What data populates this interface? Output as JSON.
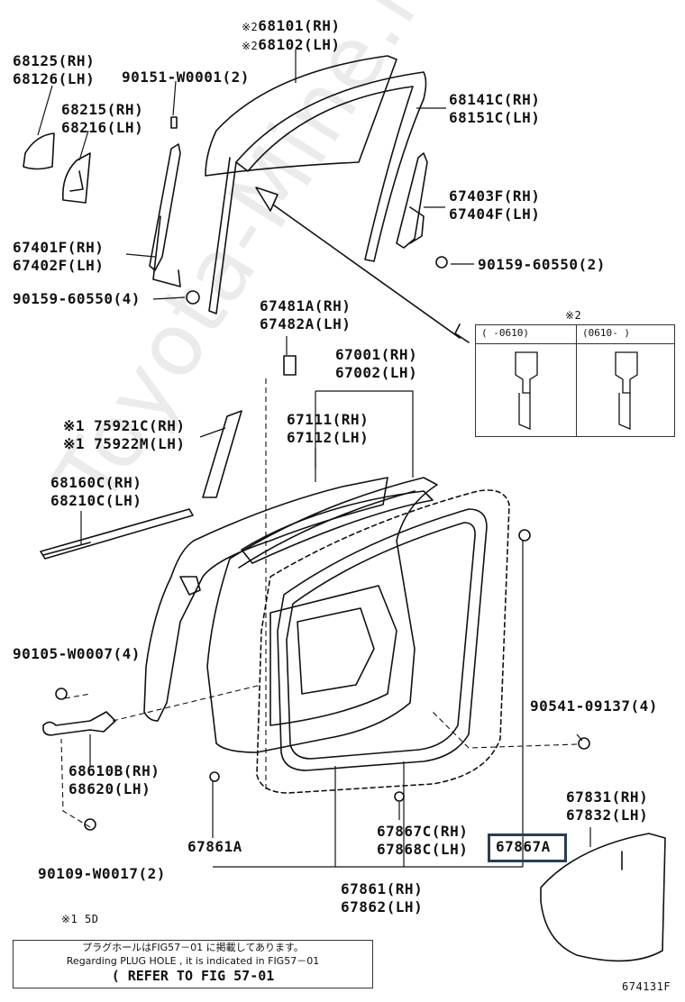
{
  "labels": {
    "glass_note": "※2",
    "glass_note2": "※2",
    "glass_rh": "68101(RH)",
    "glass_lh": "68102(LH)",
    "p68125": "68125(RH)",
    "p68126": "68126(LH)",
    "p90151": "90151-W0001(2)",
    "p68215": "68215(RH)",
    "p68216": "68216(LH)",
    "p68141": "68141C(RH)",
    "p68151": "68151C(LH)",
    "p67403": "67403F(RH)",
    "p67404": "67404F(LH)",
    "p67401": "67401F(RH)",
    "p67402": "67402F(LH)",
    "p90159a": "90159-60550(2)",
    "p90159b": "90159-60550(4)",
    "p67481": "67481A(RH)",
    "p67482": "67482A(LH)",
    "p67001": "67001(RH)",
    "p67002": "67002(LH)",
    "p67111": "67111(RH)",
    "p67112": "67112(LH)",
    "p75921": "※1 75921C(RH)",
    "p75922": "※1 75922M(LH)",
    "p68160": "68160C(RH)",
    "p68210": "68210C(LH)",
    "p90105": "90105-W0007(4)",
    "p90541": "90541-09137(4)",
    "p68610": "68610B(RH)",
    "p68620": "68620(LH)",
    "p67831": "67831(RH)",
    "p67832": "67832(LH)",
    "p90109": "90109-W0017(2)",
    "p67861a": "67861A",
    "p67867c": "67867C(RH)",
    "p67868c": "67868C(LH)",
    "p67867a": "67867A",
    "p67861": "67861(RH)",
    "p67862": "67862(LH)",
    "foot_note": "※1 5D",
    "fig_code": "674131F"
  },
  "inset": {
    "note": "※2",
    "col1": "(    -0610)",
    "col2": "(0610-     )"
  },
  "note_box": {
    "line1": "プラグホールはFIG57－01 に掲載してあります。",
    "line2": "Regarding PLUG HOLE , it is indicated in FIG57－01",
    "line3": "( REFER TO FIG 57-01"
  },
  "watermark": "Toyota-Mine.ru",
  "colors": {
    "highlight_border": "#2c3e50",
    "line": "#111111"
  }
}
